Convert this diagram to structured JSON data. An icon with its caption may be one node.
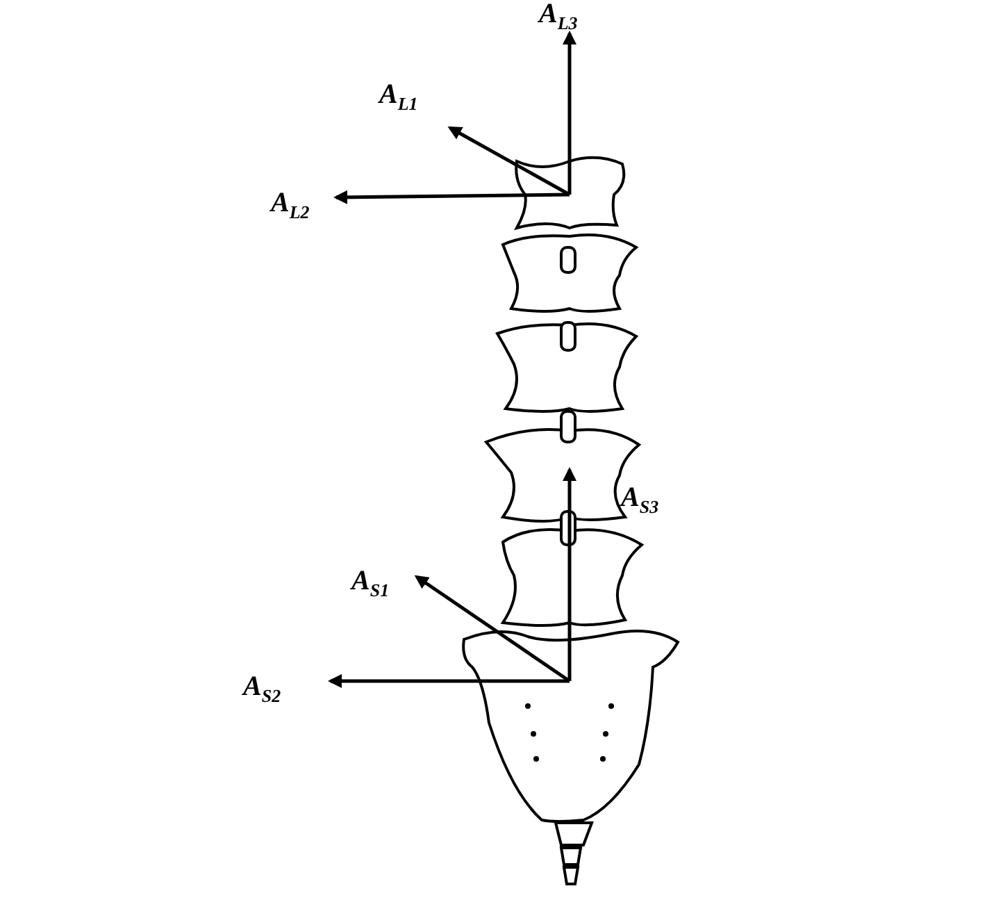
{
  "diagram": {
    "labels": [
      "A$_{L3}$",
      "A$_{L1}$",
      "A$_{L2}$",
      "A$_{S3}$",
      "A$_{S1}$",
      "A$_{S2}$"
    ]
  }
}
